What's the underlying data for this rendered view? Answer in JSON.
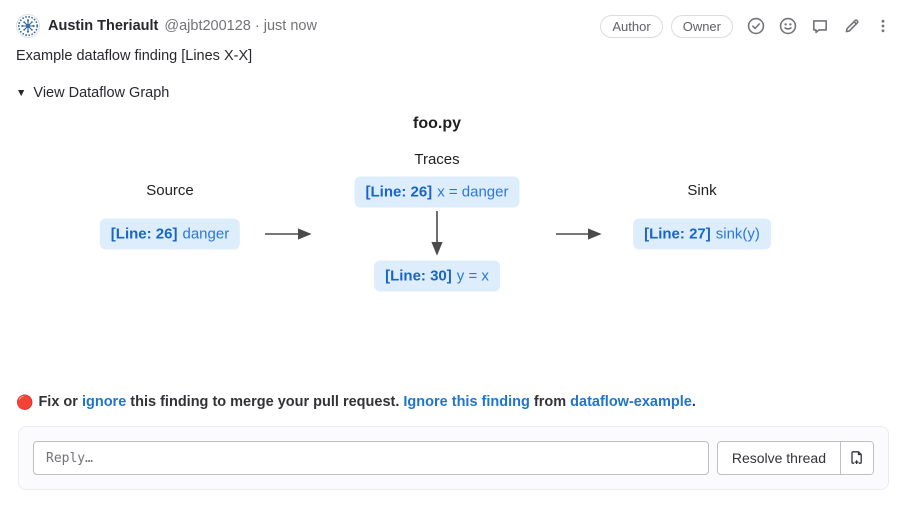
{
  "header": {
    "author_name": "Austin Theriault",
    "author_meta": "@ajbt200128 · just now",
    "badges": [
      {
        "label": "Author"
      },
      {
        "label": "Owner"
      }
    ],
    "action_icons": [
      "check-circle-icon",
      "smiley-icon",
      "comment-icon",
      "pencil-icon",
      "kebab-menu-icon"
    ]
  },
  "comment": {
    "body": "Example dataflow finding [Lines X-X]"
  },
  "graph": {
    "toggle_icon": "▼",
    "toggle_label": "View Dataflow Graph",
    "file_title": "foo.py",
    "traces_label": "Traces",
    "source_label": "Source",
    "sink_label": "Sink",
    "nodes": {
      "source": {
        "line": "[Line: 26]",
        "code": "danger"
      },
      "trace_top": {
        "line": "[Line: 26]",
        "code": "x = danger"
      },
      "trace_bottom": {
        "line": "[Line: 30]",
        "code": "y = x"
      },
      "sink": {
        "line": "[Line: 27]",
        "code": "sink(y)"
      }
    },
    "colors": {
      "node_background": "#ddedfc",
      "node_line_text": "#1766c5",
      "node_code_text": "#2a77dd",
      "arrow": "#4b4b4b"
    }
  },
  "alert": {
    "emoji": "🔴",
    "prefix": "Fix or ",
    "ignore_link": "ignore",
    "middle": " this finding to merge your pull request. ",
    "ignore_finding_link": "Ignore this finding",
    "from_text": " from ",
    "project_link": "dataflow-example",
    "suffix": "."
  },
  "reply": {
    "placeholder": "Reply…",
    "resolve_label": "Resolve thread",
    "new_issue_icon": "create-issue-icon"
  },
  "colors": {
    "link_blue": "#1f75cb",
    "text": "#28272d",
    "muted": "#737278",
    "badge_border": "#dcdcde"
  }
}
